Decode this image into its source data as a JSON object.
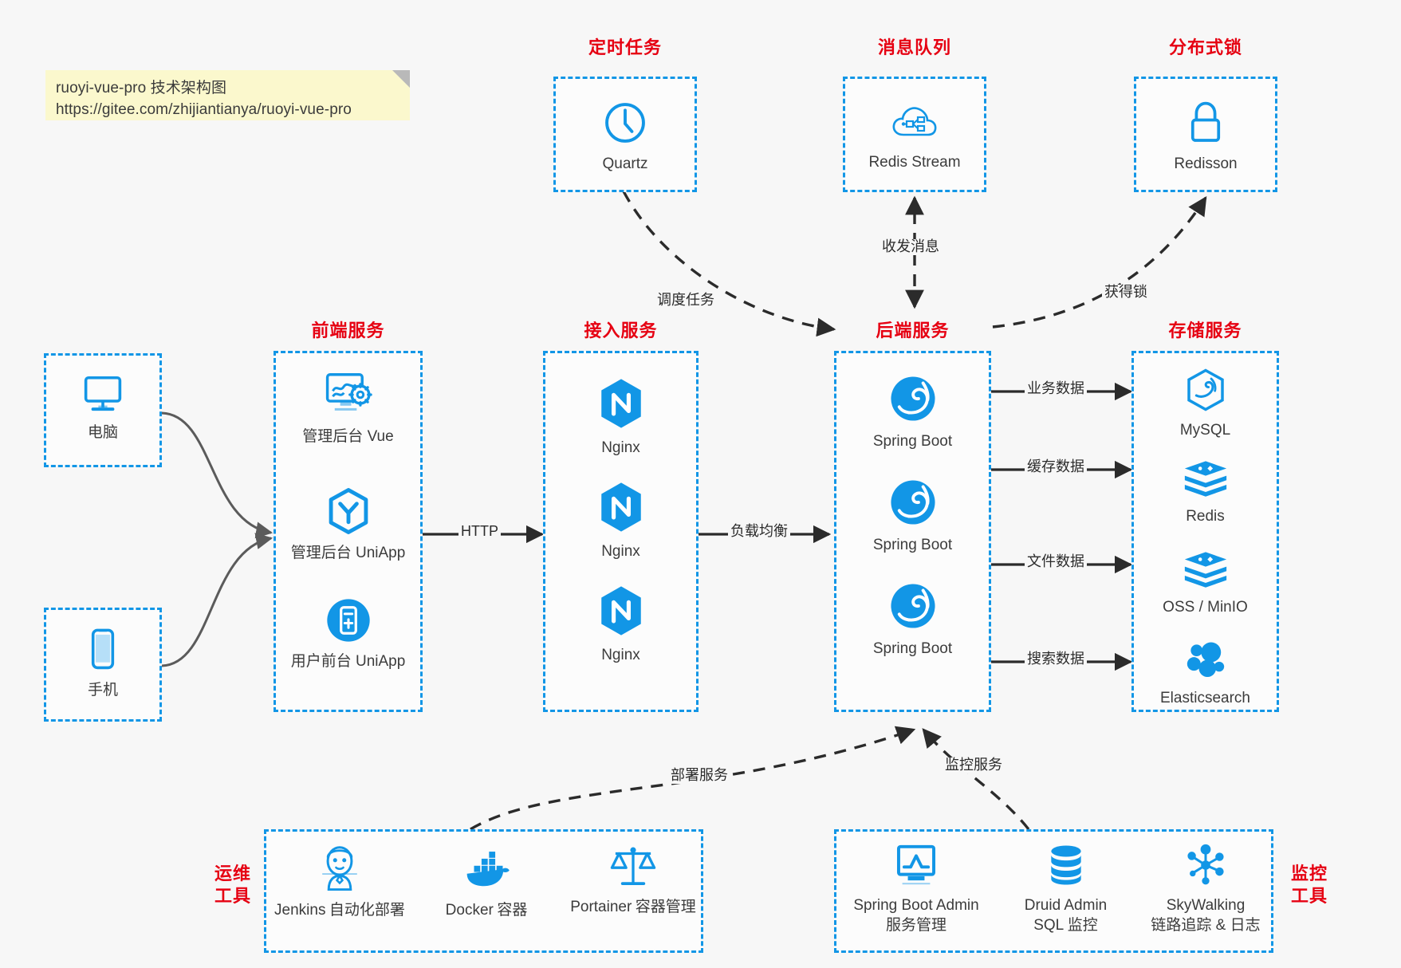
{
  "note": {
    "line1": "ruoyi-vue-pro 技术架构图",
    "line2": "https://gitee.com/zhijiantianya/ruoyi-vue-pro"
  },
  "colors": {
    "group_border": "#1296e6",
    "group_title": "#e60012",
    "icon_blue": "#1296e6",
    "canvas": "#f7f7f7",
    "note_bg": "#fbf8cd",
    "arrow": "#2b2b2b"
  },
  "groups": {
    "scheduled_task": {
      "title": "定时任务",
      "nodes": [
        {
          "label": "Quartz",
          "icon": "clock-icon"
        }
      ]
    },
    "message_queue": {
      "title": "消息队列",
      "nodes": [
        {
          "label": "Redis Stream",
          "icon": "cloud-stream-icon"
        }
      ]
    },
    "distributed_lock": {
      "title": "分布式锁",
      "nodes": [
        {
          "label": "Redisson",
          "icon": "lock-icon"
        }
      ]
    },
    "clients": {
      "nodes": [
        {
          "label": "电脑",
          "icon": "desktop-icon"
        },
        {
          "label": "手机",
          "icon": "mobile-icon"
        }
      ]
    },
    "frontend": {
      "title": "前端服务",
      "nodes": [
        {
          "label": "管理后台 Vue",
          "icon": "dashboard-gear-icon"
        },
        {
          "label": "管理后台 UniApp",
          "icon": "hexagon-y-icon"
        },
        {
          "label": "用户前台 UniApp",
          "icon": "app-circle-icon"
        }
      ]
    },
    "gateway": {
      "title": "接入服务",
      "nodes": [
        {
          "label": "Nginx",
          "icon": "nginx-icon"
        },
        {
          "label": "Nginx",
          "icon": "nginx-icon"
        },
        {
          "label": "Nginx",
          "icon": "nginx-icon"
        }
      ]
    },
    "backend": {
      "title": "后端服务",
      "nodes": [
        {
          "label": "Spring Boot",
          "icon": "spring-icon"
        },
        {
          "label": "Spring Boot",
          "icon": "spring-icon"
        },
        {
          "label": "Spring Boot",
          "icon": "spring-icon"
        }
      ]
    },
    "storage": {
      "title": "存储服务",
      "nodes": [
        {
          "label": "MySQL",
          "icon": "mysql-icon"
        },
        {
          "label": "Redis",
          "icon": "redis-icon"
        },
        {
          "label": "OSS / MinIO",
          "icon": "oss-icon"
        },
        {
          "label": "Elasticsearch",
          "icon": "elasticsearch-icon"
        }
      ]
    },
    "devops": {
      "title": "运维\n工具",
      "title_line1": "运维",
      "title_line2": "工具",
      "nodes": [
        {
          "label": "Jenkins",
          "sub": "自动化部署",
          "icon": "jenkins-icon"
        },
        {
          "label": "Docker",
          "sub": "容器",
          "icon": "docker-icon"
        },
        {
          "label": "Portainer",
          "sub": "容器管理",
          "icon": "scales-icon"
        }
      ]
    },
    "monitoring": {
      "title_line1": "监控",
      "title_line2": "工具",
      "nodes": [
        {
          "label": "Spring Boot Admin",
          "sub": "服务管理",
          "icon": "monitor-chart-icon"
        },
        {
          "label": "Druid Admin",
          "sub": "SQL 监控",
          "icon": "database-icon"
        },
        {
          "label": "SkyWalking",
          "sub": "链路追踪 & 日志",
          "icon": "network-nodes-icon"
        }
      ]
    }
  },
  "edges": [
    {
      "id": "http",
      "label": "HTTP",
      "style": "solid"
    },
    {
      "id": "lb",
      "label": "负载均衡",
      "style": "solid"
    },
    {
      "id": "biz-data",
      "label": "业务数据",
      "style": "solid"
    },
    {
      "id": "cache-data",
      "label": "缓存数据",
      "style": "solid"
    },
    {
      "id": "file-data",
      "label": "文件数据",
      "style": "solid"
    },
    {
      "id": "search-data",
      "label": "搜索数据",
      "style": "solid"
    },
    {
      "id": "schedule",
      "label": "调度任务",
      "style": "dashed"
    },
    {
      "id": "mq",
      "label": "收发消息",
      "style": "dashed"
    },
    {
      "id": "lock",
      "label": "获得锁",
      "style": "dashed"
    },
    {
      "id": "deploy",
      "label": "部署服务",
      "style": "dashed"
    },
    {
      "id": "monitor",
      "label": "监控服务",
      "style": "dashed"
    }
  ]
}
